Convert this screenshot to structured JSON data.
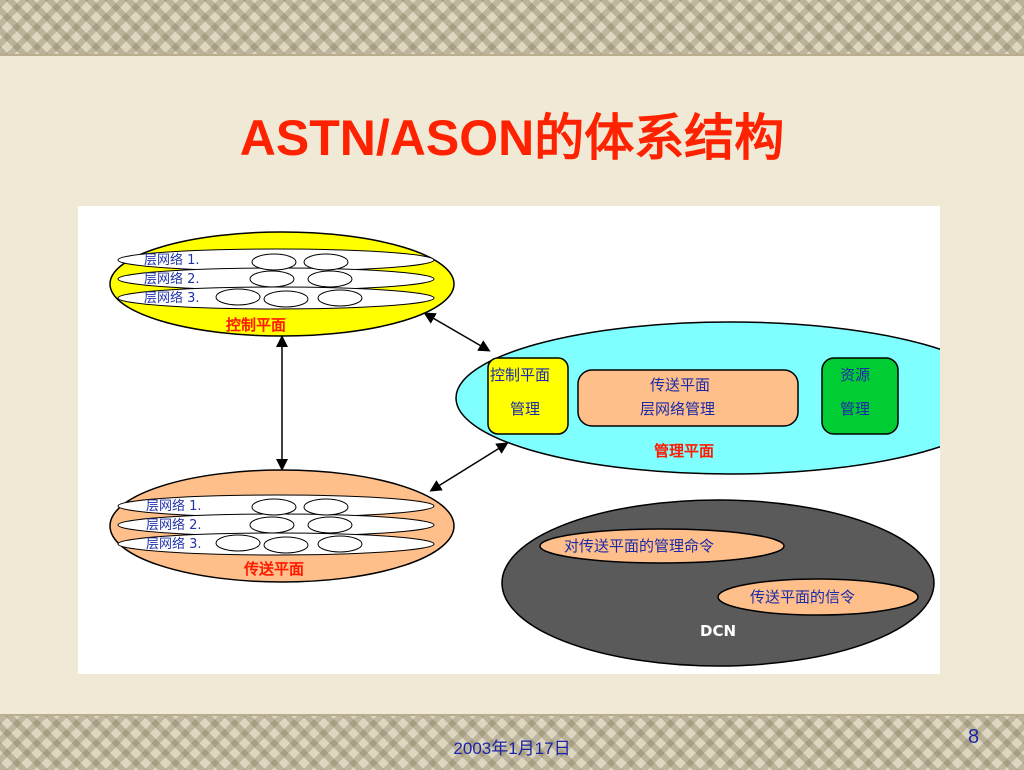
{
  "slide": {
    "title": "ASTN/ASON的体系结构",
    "date": "2003年1月17日",
    "page_number": "8"
  },
  "diagram": {
    "control_plane": {
      "label": "控制平面",
      "color": "#ffff00",
      "layers": [
        "层网络 1.",
        "层网络 2.",
        "层网络 3."
      ]
    },
    "transport_plane": {
      "label": "传送平面",
      "color": "#ffbf8a",
      "layers": [
        "层网络 1.",
        "层网络 2.",
        "层网络 3."
      ]
    },
    "management_plane": {
      "label": "管理平面",
      "color": "#7fffff",
      "boxes": [
        {
          "lines": [
            "控制平面",
            "管理"
          ],
          "color": "#ffff00"
        },
        {
          "lines": [
            "传送平面",
            "层网络管理"
          ],
          "color": "#ffbf8a"
        },
        {
          "lines": [
            "资源",
            "管理"
          ],
          "color": "#00cc33"
        }
      ]
    },
    "dcn": {
      "label": "DCN",
      "color": "#5a5a5a",
      "items": [
        "对传送平面的管理命令",
        "传送平面的信令"
      ]
    }
  }
}
